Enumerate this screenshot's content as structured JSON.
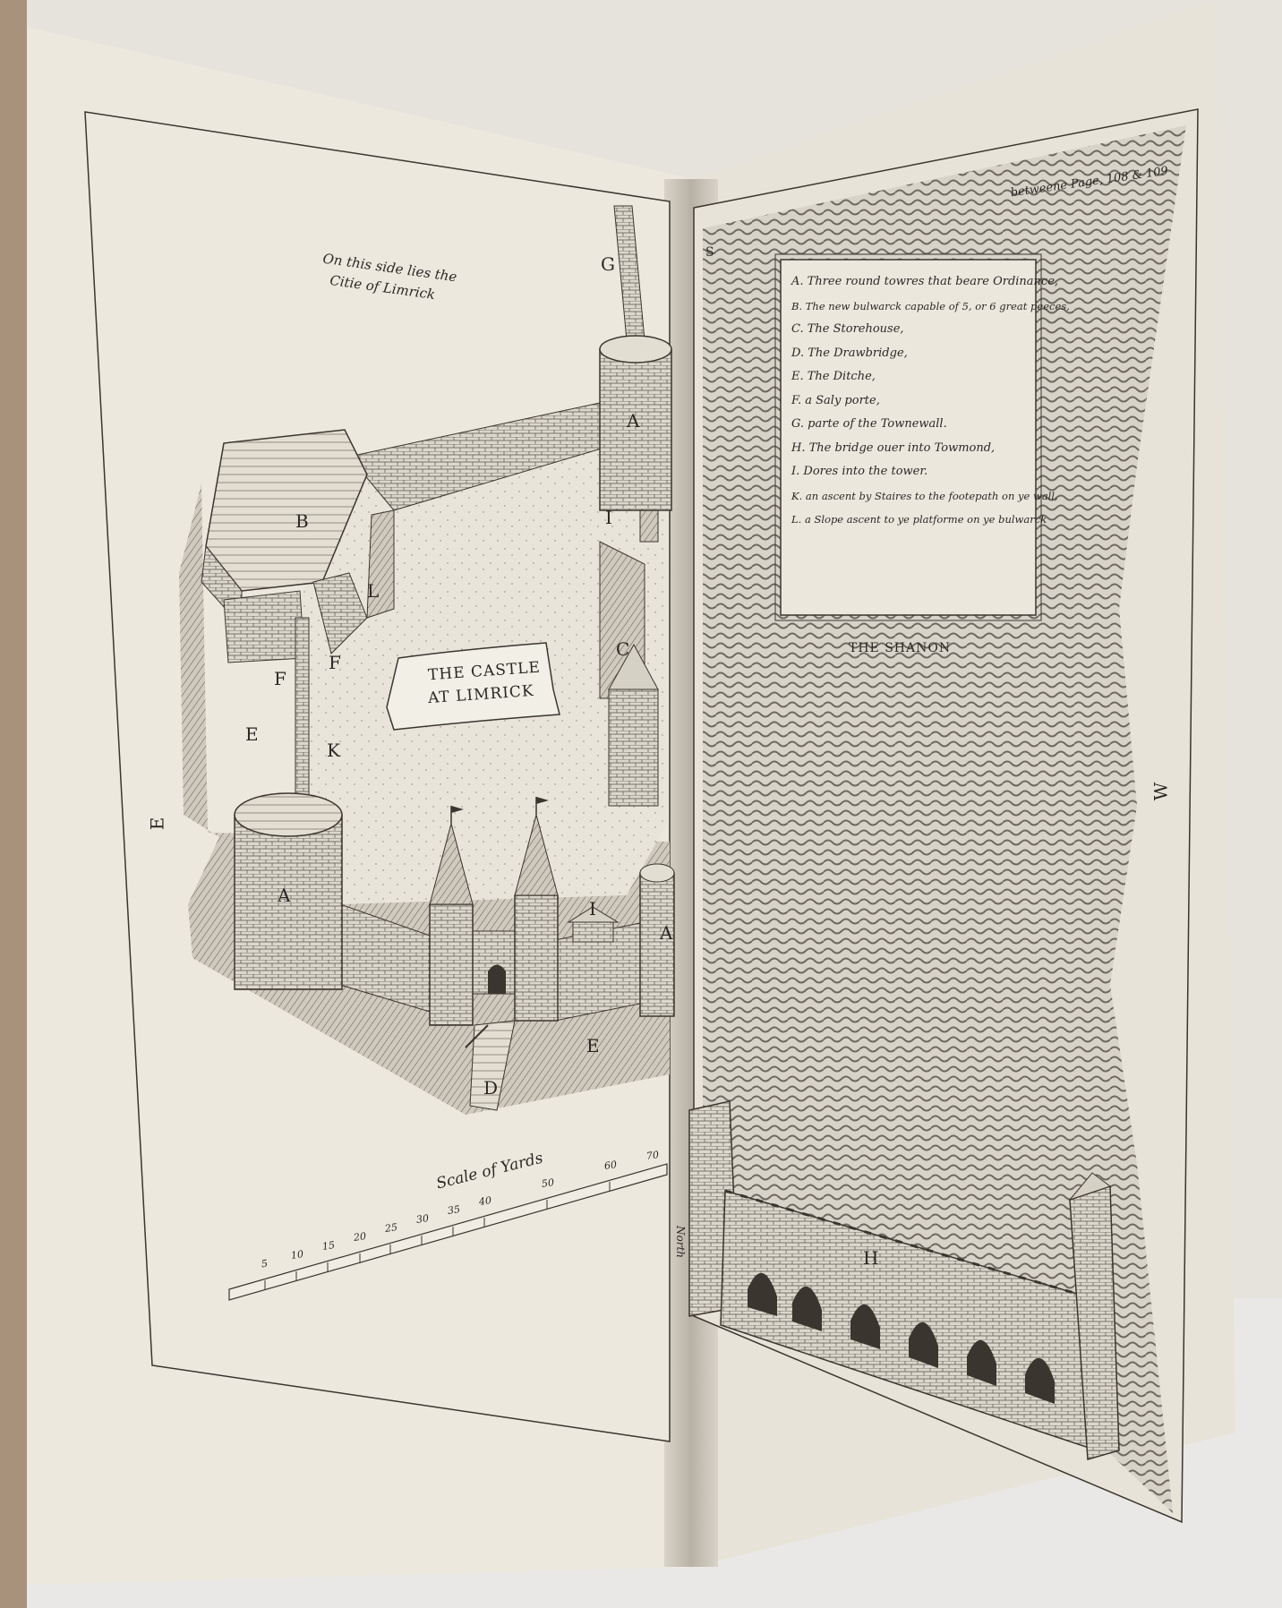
{
  "page_header": "betweene Page, 108 & 109",
  "city_note": [
    "On this side lies the",
    "Citie of Limrick"
  ],
  "title_banner": [
    "THE CASTLE",
    "AT LIMRICK"
  ],
  "river_label": "THE SHANON",
  "scale": {
    "title": "Scale of Yards",
    "ticks": [
      "5",
      "10",
      "15",
      "20",
      "25",
      "30",
      "35",
      "40",
      "50",
      "60",
      "70"
    ]
  },
  "legend": [
    "A. Three round towres that beare Ordinance,",
    "B. The new bulwarck capable of 5, or 6 great peeces,",
    "C. The Storehouse,",
    "D. The Drawbridge,",
    "E. The Ditche,",
    "F. a Saly porte,",
    "G. parte of the Townewall.",
    "H. The bridge ouer into Towmond,",
    "I. Dores into the tower.",
    "K. an ascent by Staires to the footepath on ye wall,",
    "L. a Slope ascent to ye platforme on ye bulwarck"
  ],
  "map_letters": {
    "a_top": "A",
    "a_left": "A",
    "a_right": "A",
    "b": "B",
    "c": "C",
    "d": "D",
    "e_left": "E",
    "e_bottom": "E",
    "e_margin": "E",
    "f_left": "F",
    "f_right": "F",
    "g": "G",
    "h": "H",
    "i_top": "I",
    "i_bottom": "I",
    "k": "K",
    "l": "L",
    "s_river": "S",
    "w_margin": "W",
    "north": "North"
  },
  "colors": {
    "paper": "#ece8de",
    "ink": "#2b2824",
    "background": "#e6e3dd"
  }
}
